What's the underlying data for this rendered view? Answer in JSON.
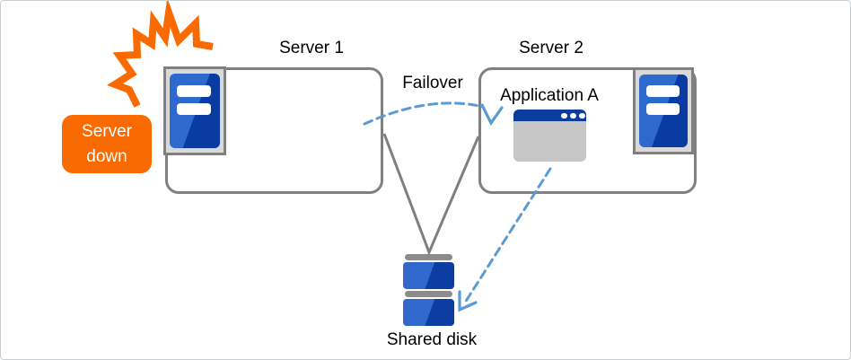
{
  "diagram": {
    "nodes": {
      "server1": {
        "label": "Server 1",
        "type": "server-box"
      },
      "server2": {
        "label": "Server 2",
        "type": "server-box"
      },
      "application_a": {
        "label": "Application A",
        "type": "application-window",
        "host": "Server 2"
      },
      "shared_disk": {
        "label": "Shared disk",
        "type": "disk"
      },
      "server_down_badge": {
        "label": "Server down",
        "type": "status-callout"
      }
    },
    "edges": {
      "failover": {
        "label": "Failover",
        "from": "Server 1",
        "to": "Server 2",
        "style": "dashed-arrow"
      },
      "server1_to_disk": {
        "from": "Server 1",
        "to": "Shared disk",
        "style": "solid-line"
      },
      "server2_to_disk": {
        "from": "Server 2",
        "to": "Shared disk",
        "style": "solid-line"
      },
      "app_to_disk": {
        "from": "Application A",
        "to": "Shared disk",
        "style": "dashed-arrow"
      }
    },
    "icons": {
      "explosion": "crash-burst",
      "server_hardware": "rack-server",
      "application_window": "window-with-titlebar-dots",
      "shared_disk": "stacked-disk-drums"
    },
    "colors": {
      "alert_orange": "#f96a00",
      "arrow_blue": "#5b9bd5",
      "line_gray": "#7f7f7f",
      "server_blue_light": "#2e6ace",
      "server_blue_dark": "#0a3ba2",
      "hardware_frame_gray": "#d9d9d9",
      "window_gray": "#c7c7c7",
      "titlebar_blue": "#0b3d9e"
    }
  }
}
